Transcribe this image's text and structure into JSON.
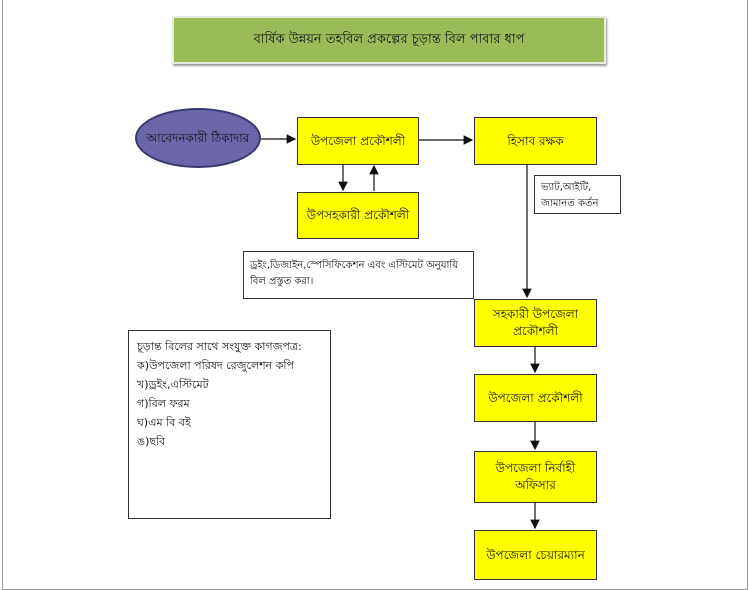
{
  "title": "বার্ষিক উন্নয়ন তহবিল প্রকল্পের চূড়ান্ত বিল পাবার ধাপ",
  "nodes": {
    "applicant": "আবেদনকারী ঠিকাদার",
    "upazila_engineer_top": "উপজেলা প্রকৌশলী",
    "accountant": "হিসাব রক্ষক",
    "sub_assistant_engineer": "উপসহকারী প্রকৌশলী",
    "assistant_engineer": "সহকারী উপজেলা প্রকৌশলী",
    "upazila_engineer": "উপজেলা প্রকৌশলী",
    "uno": "উপজেলা নির্বাহী অফিসার",
    "chairman": "উপজেলা চেয়ারম্যান"
  },
  "notes": {
    "vat_note": "ভ্যাট,আইটি, জামানত কর্তন",
    "drawing_note": "ড্রইং,ডিজাইন,স্পেসিফিকেশন এবং এস্টিমেট অনুযায়ি বিল প্রস্তুত করা।"
  },
  "documents": {
    "heading": "চূড়ান্ত বিলের সাথে সংযুক্ত কাগজপত্র:",
    "items": [
      "ক)উপজেলা পরিষদ রেজুলেশন কপি",
      "খ)ড্রইং,এস্টিমেট",
      "গ)বিল ফরম",
      "ঘ)এম বি বই",
      "ঙ)ছবি"
    ]
  },
  "colors": {
    "title_bg": "#9bbb59",
    "box": "#ffff00",
    "ellipse": "#6a66a8"
  }
}
